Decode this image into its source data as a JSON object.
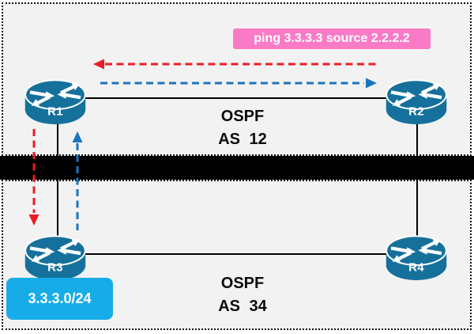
{
  "diagram": {
    "ping_label": "ping 3.3.3.3 source 2.2.2.2",
    "subnet_label": "3.3.3.0/24",
    "routers": [
      {
        "name": "R1"
      },
      {
        "name": "R2"
      },
      {
        "name": "R3"
      },
      {
        "name": "R4"
      }
    ],
    "areas": [
      {
        "protocol": "OSPF",
        "as_label": "AS 12"
      },
      {
        "protocol": "OSPF",
        "as_label": "AS 34"
      }
    ],
    "paths": {
      "request_color": "#ED1C24",
      "reply_color": "#1B74BE"
    },
    "colors": {
      "router_fill": "#15719C",
      "ping_box_bg": "#F97BC5",
      "subnet_box_bg": "#17ACE8",
      "area_bg": "#F2F2F2",
      "divider": "#000000"
    }
  }
}
